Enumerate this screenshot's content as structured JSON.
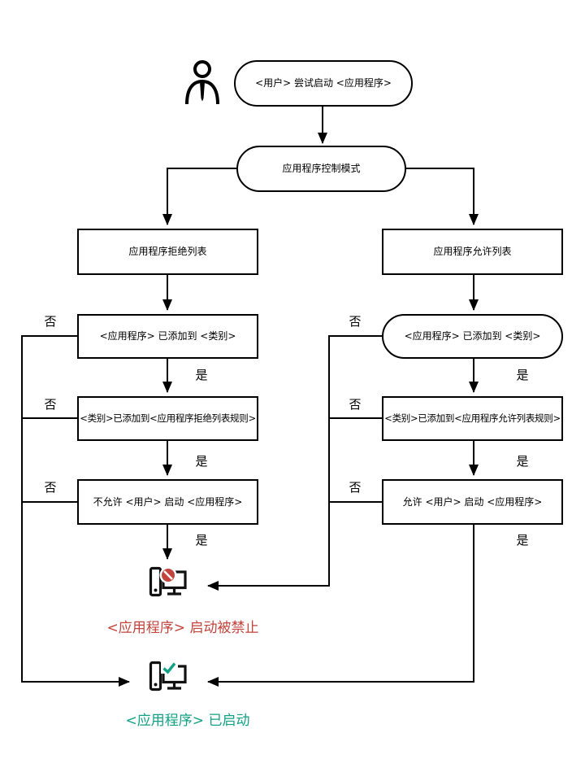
{
  "nodes": {
    "start": "<用户> 尝试启动 <应用程序>",
    "control_mode": "应用程序控制模式",
    "denylist": "应用程序拒绝列表",
    "allowlist": "应用程序允许列表",
    "deny_app_in_category": "<应用程序> 已添加到 <类别>",
    "allow_app_in_category": "<应用程序> 已添加到 <类别>",
    "deny_category_in_rules": "<类别>已添加到<应用程序拒绝列表规则>",
    "allow_category_in_rules": "<类别>已添加到<应用程序允许列表规则>",
    "deny_start": "不允许 <用户> 启动 <应用程序>",
    "allow_start": "允许 <用户> 启动 <应用程序>",
    "blocked_result": "<应用程序> 启动被禁止",
    "started_result": "<应用程序> 已启动"
  },
  "labels": {
    "yes": "是",
    "no": "否"
  },
  "icons": {
    "user": "person-icon",
    "blocked": "computer-blocked-icon",
    "started": "computer-check-icon"
  },
  "colors": {
    "line": "#000000",
    "blocked_text": "#c2443c",
    "started_text": "#11a185"
  }
}
